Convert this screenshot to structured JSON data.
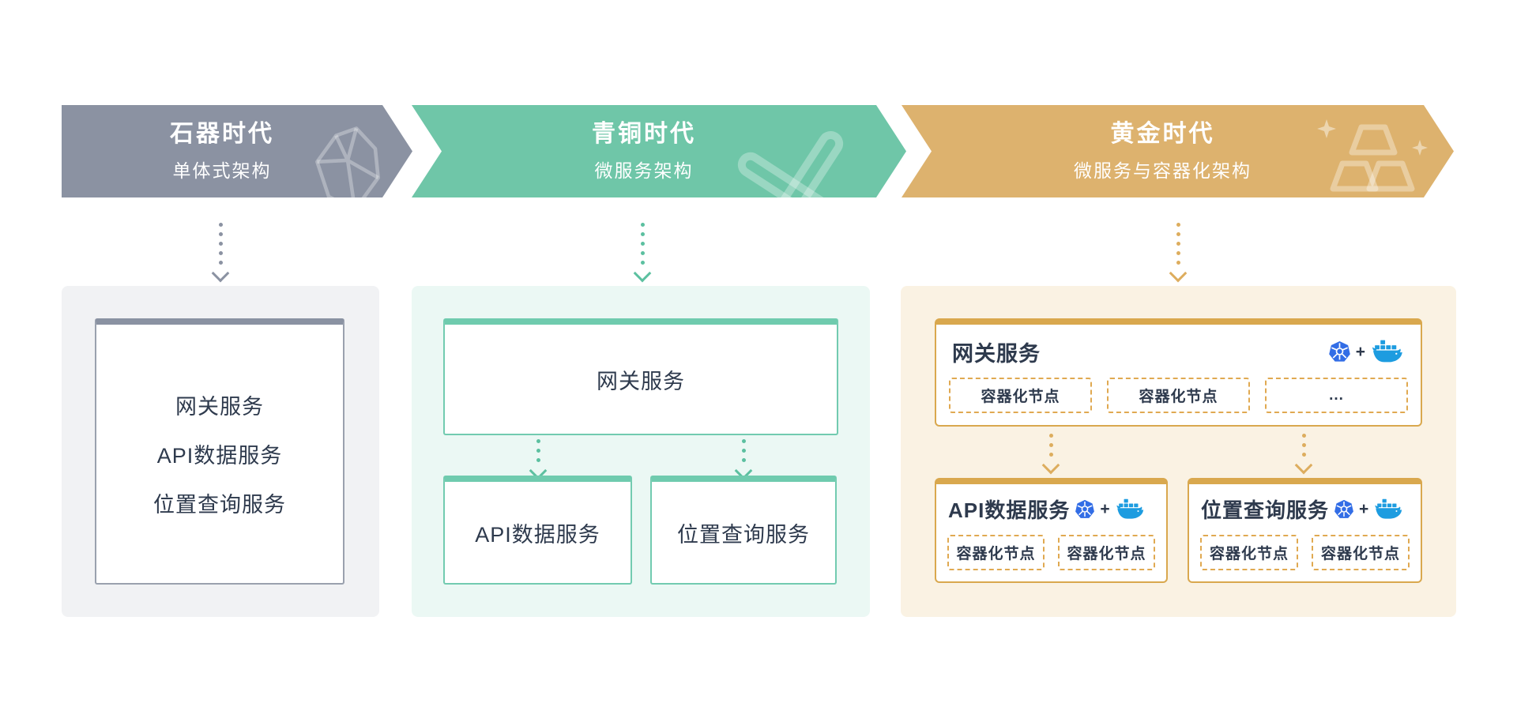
{
  "stages": [
    {
      "name": "stone-age",
      "banner": {
        "title": "石器时代",
        "subtitle": "单体式架构",
        "icon": "stone-icon"
      },
      "arrow": "dotted-down-arrow",
      "panel": {
        "monolith_services": [
          "网关服务",
          "API数据服务",
          "位置查询服务"
        ]
      }
    },
    {
      "name": "bronze-age",
      "banner": {
        "title": "青铜时代",
        "subtitle": "微服务架构",
        "icon": "pickaxe-icon"
      },
      "arrow": "dotted-down-arrow",
      "panel": {
        "gateway_label": "网关服务",
        "services": [
          "API数据服务",
          "位置查询服务"
        ]
      }
    },
    {
      "name": "golden-age",
      "banner": {
        "title": "黄金时代",
        "subtitle": "微服务与容器化架构",
        "icon": "gold-ingots-icon"
      },
      "arrow": "dotted-down-arrow",
      "panel": {
        "plus_label": "+",
        "gateway": {
          "label": "网关服务",
          "nodes": [
            "容器化节点",
            "容器化节点",
            "..."
          ]
        },
        "services": [
          {
            "label": "API数据服务",
            "nodes": [
              "容器化节点",
              "容器化节点"
            ]
          },
          {
            "label": "位置查询服务",
            "nodes": [
              "容器化节点",
              "容器化节点"
            ]
          }
        ]
      }
    }
  ],
  "icons": {
    "kubernetes": "kubernetes-icon",
    "docker": "docker-whale-icon"
  },
  "palette": {
    "stone_banner": "#8b92a2",
    "bronze_banner": "#6fc6a8",
    "gold_banner": "#ddb26e",
    "stone_panel_bg": "#f1f2f4",
    "bronze_panel_bg": "#ebf8f4",
    "gold_panel_bg": "#faf2e3",
    "teal_border": "#72cbb0",
    "gold_border": "#d9a84e",
    "gray_border": "#9aa1ae",
    "text_dark": "#2e3a4d",
    "kubernetes_blue": "#326de6",
    "docker_blue": "#1d9ce0"
  }
}
